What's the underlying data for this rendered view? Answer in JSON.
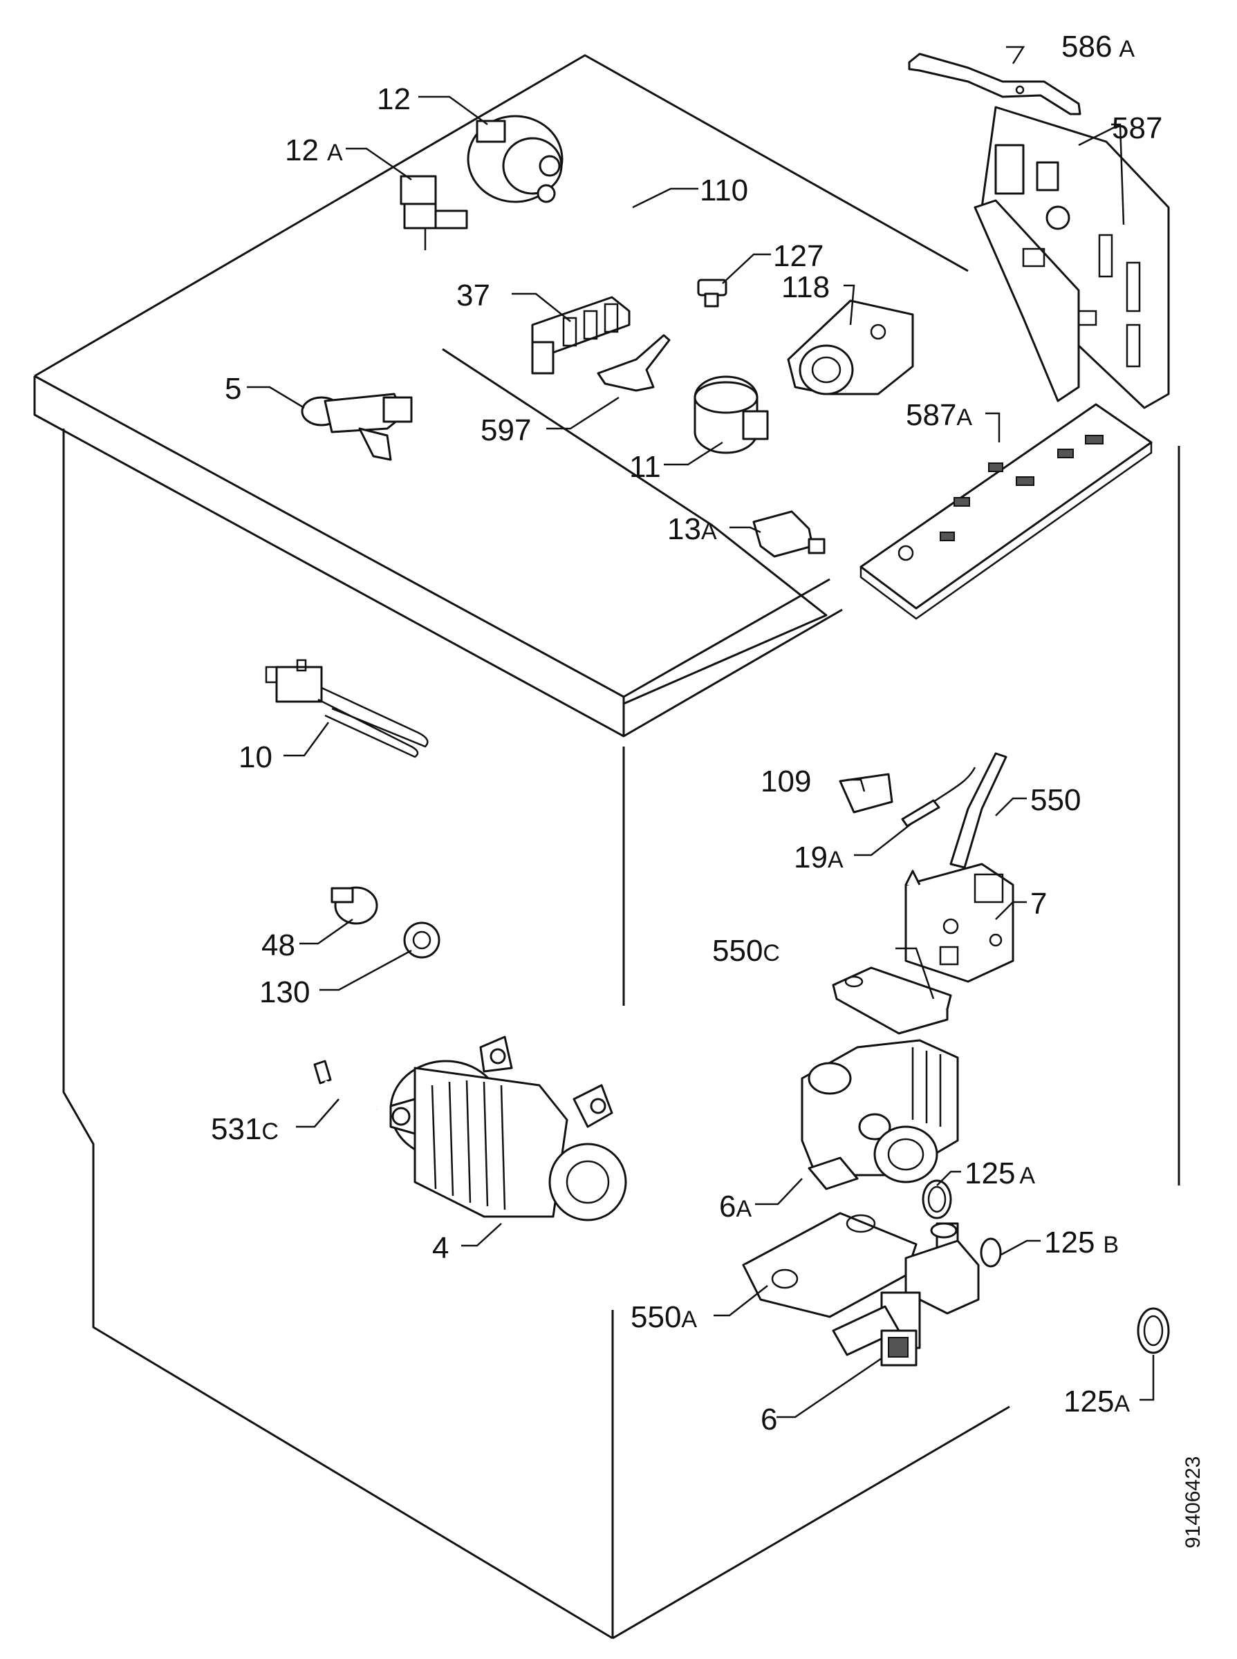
{
  "diagram": {
    "code": "91406423",
    "callouts": [
      {
        "id": "586a",
        "num": "586",
        "suffix": "A"
      },
      {
        "id": "587",
        "num": "587",
        "suffix": ""
      },
      {
        "id": "12",
        "num": "12",
        "suffix": ""
      },
      {
        "id": "12a",
        "num": "12",
        "suffix": "A"
      },
      {
        "id": "110",
        "num": "110",
        "suffix": ""
      },
      {
        "id": "127",
        "num": "127",
        "suffix": ""
      },
      {
        "id": "37",
        "num": "37",
        "suffix": ""
      },
      {
        "id": "118",
        "num": "118",
        "suffix": ""
      },
      {
        "id": "5",
        "num": "5",
        "suffix": ""
      },
      {
        "id": "587a",
        "num": "587",
        "suffix": "A"
      },
      {
        "id": "597",
        "num": "597",
        "suffix": ""
      },
      {
        "id": "11",
        "num": "11",
        "suffix": ""
      },
      {
        "id": "13a",
        "num": "13",
        "suffix": "A"
      },
      {
        "id": "10",
        "num": "10",
        "suffix": ""
      },
      {
        "id": "109",
        "num": "109",
        "suffix": ""
      },
      {
        "id": "550",
        "num": "550",
        "suffix": ""
      },
      {
        "id": "19a",
        "num": "19",
        "suffix": "A"
      },
      {
        "id": "7",
        "num": "7",
        "suffix": ""
      },
      {
        "id": "48",
        "num": "48",
        "suffix": ""
      },
      {
        "id": "550c",
        "num": "550",
        "suffix": "C"
      },
      {
        "id": "130",
        "num": "130",
        "suffix": ""
      },
      {
        "id": "531c",
        "num": "531",
        "suffix": "C"
      },
      {
        "id": "125a-1",
        "num": "125",
        "suffix": "A"
      },
      {
        "id": "6a",
        "num": "6",
        "suffix": "A"
      },
      {
        "id": "4",
        "num": "4",
        "suffix": ""
      },
      {
        "id": "125b",
        "num": "125",
        "suffix": "B"
      },
      {
        "id": "550a",
        "num": "550",
        "suffix": "A"
      },
      {
        "id": "125a-2",
        "num": "125",
        "suffix": "A"
      },
      {
        "id": "6",
        "num": "6",
        "suffix": ""
      }
    ]
  }
}
